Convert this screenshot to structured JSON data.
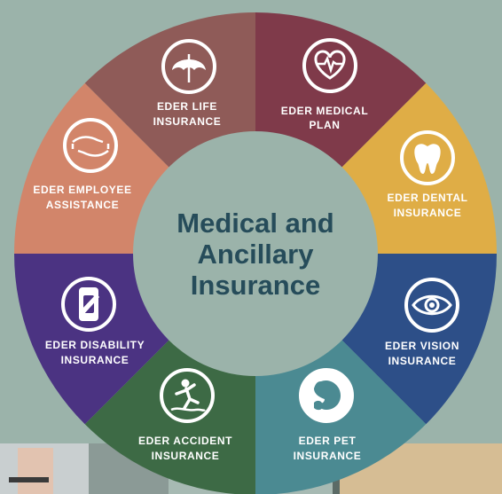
{
  "center": {
    "lines": [
      "Medical and",
      "Ancillary",
      "Insurance"
    ]
  },
  "segments": [
    {
      "id": "medical",
      "lines": [
        "EDER MEDICAL",
        "PLAN"
      ],
      "icon": "heart-pulse-icon",
      "color": "#7f3a4a"
    },
    {
      "id": "dental",
      "lines": [
        "EDER DENTAL",
        "INSURANCE"
      ],
      "icon": "tooth-icon",
      "color": "#dfad46"
    },
    {
      "id": "vision",
      "lines": [
        "EDER VISION",
        "INSURANCE"
      ],
      "icon": "eye-icon",
      "color": "#2d4f88"
    },
    {
      "id": "pet",
      "lines": [
        "EDER PET",
        "INSURANCE"
      ],
      "icon": "pet-icon",
      "color": "#4b8a92"
    },
    {
      "id": "accident",
      "lines": [
        "EDER ACCIDENT",
        "INSURANCE"
      ],
      "icon": "falling-person-icon",
      "color": "#3d6a45"
    },
    {
      "id": "disability",
      "lines": [
        "EDER DISABILITY",
        "INSURANCE"
      ],
      "icon": "arm-sling-icon",
      "color": "#4b3382"
    },
    {
      "id": "employee",
      "lines": [
        "EDER EMPLOYEE",
        "ASSISTANCE"
      ],
      "icon": "hands-icon",
      "color": "#d2856a"
    },
    {
      "id": "life",
      "lines": [
        "EDER  LIFE",
        "INSURANCE"
      ],
      "icon": "umbrella-icon",
      "color": "#8f5b58"
    }
  ],
  "colors": {
    "background": "#9bb3aa",
    "center_fill": "#9bb3aa",
    "center_text": "#264c5a",
    "label": "#ffffff"
  }
}
